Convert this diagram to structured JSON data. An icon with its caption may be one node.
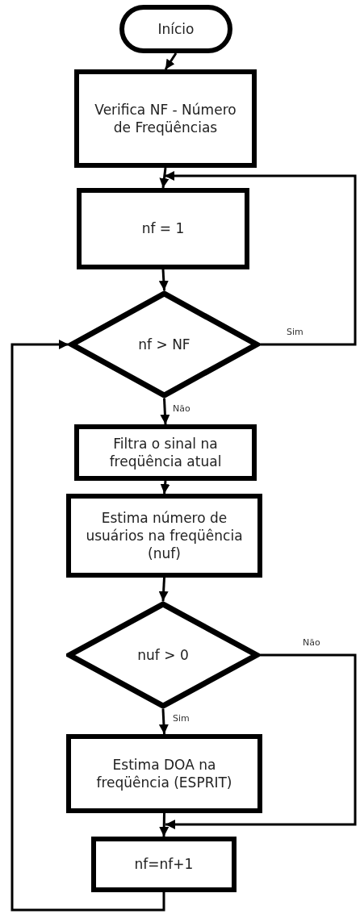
{
  "diagram": {
    "nodes": [
      {
        "text": [
          "Início"
        ]
      },
      {
        "text": [
          "Verifica NF - Número de Freqüências"
        ]
      },
      {
        "text": [
          "nf = 1"
        ]
      },
      {
        "text": [
          "nf > NF"
        ]
      },
      {
        "text": [
          "Filtra o sinal na freqüência atual"
        ]
      },
      {
        "text": [
          "Estima número de usuários na freqüência (nuf)"
        ]
      },
      {
        "text": [
          "nuf > 0"
        ]
      },
      {
        "text": [
          "Estima DOA na freqüência (ESPRIT)"
        ]
      },
      {
        "text": [
          "nf=nf+1"
        ]
      }
    ],
    "edges": [
      {
        "from": 0,
        "to": 1,
        "arrow": "to"
      },
      {
        "from": 1,
        "to": 2,
        "arrow": "to"
      },
      {
        "from": 2,
        "to": 3,
        "arrow": "to"
      },
      {
        "from": 3,
        "to": 4,
        "arrow": "to",
        "label": "Não"
      },
      {
        "from": 4,
        "to": 5,
        "arrow": "to"
      },
      {
        "from": 5,
        "to": 6,
        "arrow": "to"
      },
      {
        "from": 6,
        "to": 7,
        "arrow": "to",
        "label": "Sim"
      },
      {
        "from": 7,
        "to": 8,
        "arrow": "to"
      },
      {
        "from": 3,
        "to": 2,
        "arrow": "to",
        "label": "Sim"
      },
      {
        "from": 6,
        "to": 8,
        "arrow": "to",
        "label": "Não"
      },
      {
        "from": 8,
        "to": 3,
        "arrow": "to"
      }
    ]
  }
}
